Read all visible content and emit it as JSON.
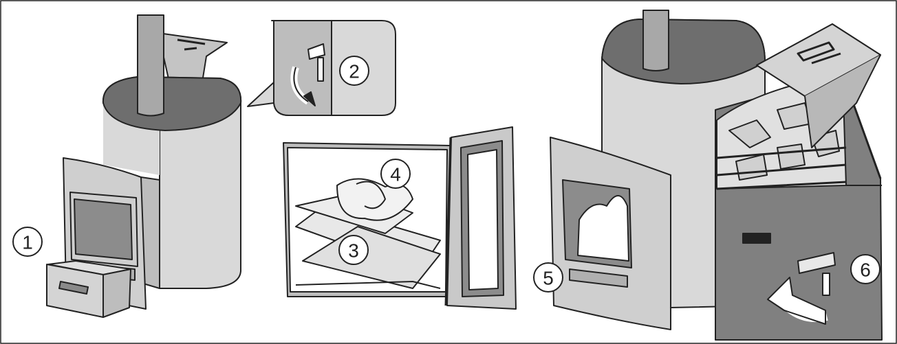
{
  "figure": {
    "panels": [
      {
        "id": "panel-1",
        "callouts": [
          "1",
          "2"
        ]
      },
      {
        "id": "panel-2",
        "callouts": [
          "3",
          "4"
        ]
      },
      {
        "id": "panel-3",
        "callouts": [
          "5",
          "6"
        ]
      }
    ]
  },
  "callouts": {
    "c1": "1",
    "c2": "2",
    "c3": "3",
    "c4": "4",
    "c5": "5",
    "c6": "6"
  },
  "colors": {
    "outline": "#222222",
    "stove_body": "#d9d9d9",
    "stove_top": "#6e6e6e",
    "chimney": "#a8a8a8",
    "jacket": "#808080",
    "door_frame": "#c9c9c9",
    "glass": "#8c8c8c",
    "firewood": "#e8e8e8"
  }
}
